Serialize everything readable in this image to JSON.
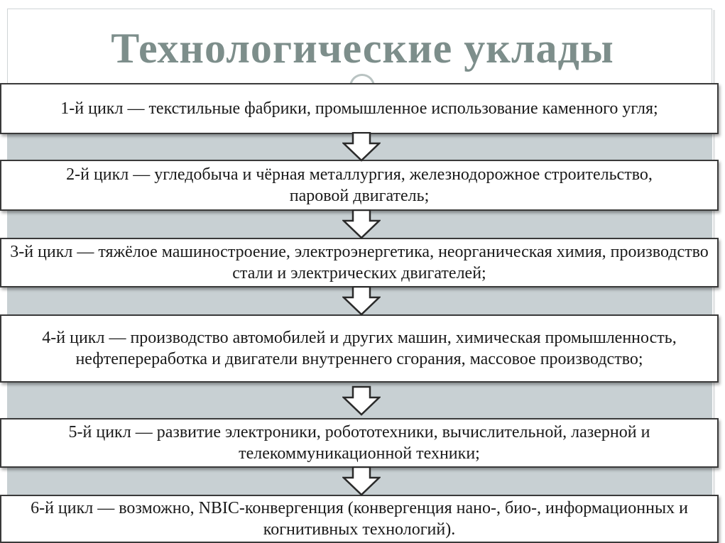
{
  "slide": {
    "title": "Технологические уклады"
  },
  "cycles": [
    {
      "text": "1-й цикл — текстильные фабрики, промышленное использование каменного угля;"
    },
    {
      "text": "2-й цикл — угледобыча и чёрная металлургия, железнодорожное строительство, паровой двигатель;"
    },
    {
      "text": "3-й цикл — тяжёлое машиностроение, электроэнергетика, неорганическая химия, производство стали и электрических двигателей;"
    },
    {
      "text": "4-й цикл — производство автомобилей и других машин, химическая промышленность, нефтепереработка и двигатели внутреннего сгорания, массовое производство;"
    },
    {
      "text": "5-й цикл — развитие электроники, робототехники, вычислительной, лазерной и телекоммуникационной техники;"
    },
    {
      "text": "6-й цикл — возможно, NBIC-конвергенция (конвергенция нано-, био-, информационных и когнитивных технологий)."
    }
  ],
  "colors": {
    "title": "#7d8e8b",
    "strip": "#c8d0d3",
    "box_border": "#3a3a3a",
    "arrow_fill": "#ffffff",
    "arrow_stroke": "#2a2a2a"
  },
  "icons": {
    "arrow": "down-arrow-icon"
  }
}
